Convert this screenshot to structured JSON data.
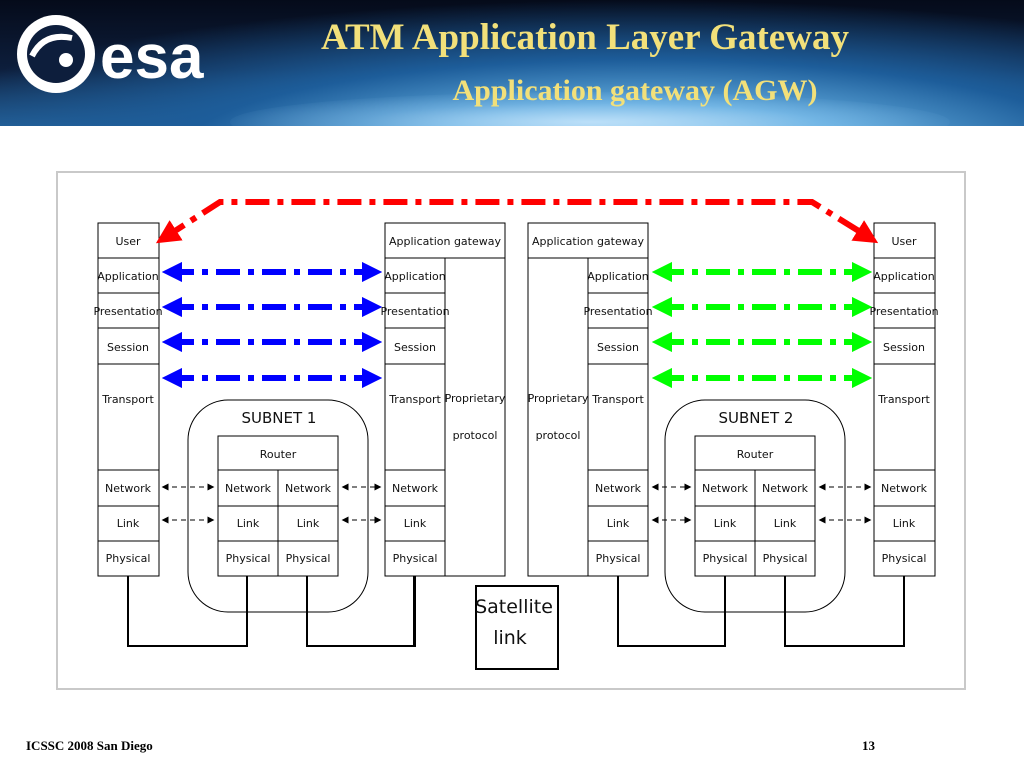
{
  "slide": {
    "title": "ATM Application Layer Gateway",
    "subtitle": "Application gateway (AGW)",
    "footer_left": "ICSSC 2008 San Diego",
    "page_number": "13"
  },
  "logo": {
    "text": "esa",
    "icon": "esa-logo-icon"
  },
  "diagram": {
    "colors": {
      "user_arrow": "#ff0000",
      "left_arrows": "#0000ff",
      "right_arrows": "#00ff00",
      "lines": "#000000"
    },
    "layers": {
      "user": "User",
      "application": "Application",
      "presentation": "Presentation",
      "session": "Session",
      "transport": "Transport",
      "network": "Network",
      "link": "Link",
      "physical": "Physical"
    },
    "gateway": {
      "header": "Application gateway",
      "proprietary_line1": "Proprietary",
      "proprietary_line2": "protocol"
    },
    "subnet1": {
      "label": "SUBNET 1",
      "router": "Router"
    },
    "subnet2": {
      "label": "SUBNET 2",
      "router": "Router"
    },
    "satellite_line1": "Satellite",
    "satellite_line2": "link"
  }
}
